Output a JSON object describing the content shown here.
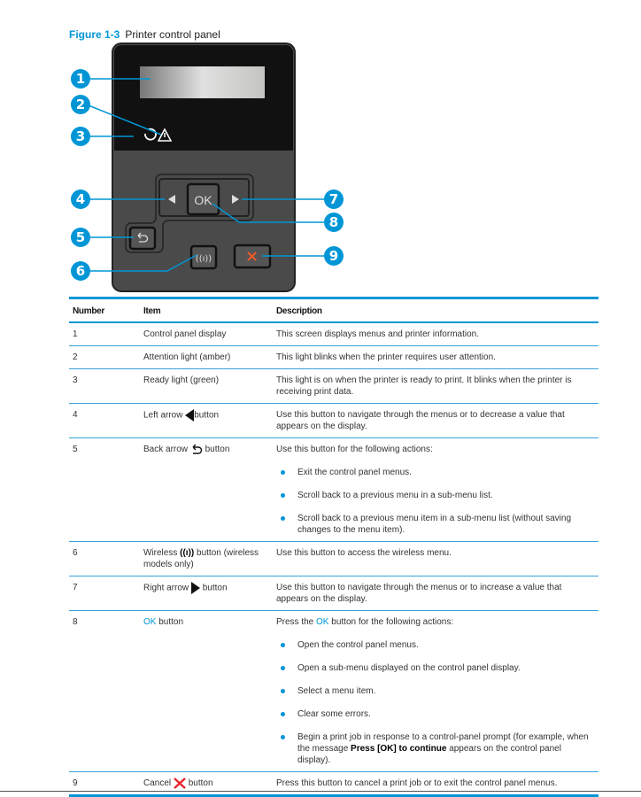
{
  "figure": {
    "number": "Figure 1-3",
    "title": "Printer control panel",
    "callouts": [
      "1",
      "2",
      "3",
      "4",
      "5",
      "6",
      "7",
      "8",
      "9"
    ],
    "ok_label": "OK",
    "accent": "#0096d6",
    "cancel_color": "#f05a28"
  },
  "table": {
    "headers": [
      "Number",
      "Item",
      "Description"
    ],
    "rows": [
      {
        "number": "1",
        "item": "Control panel display",
        "description": "This screen displays menus and printer information."
      },
      {
        "number": "2",
        "item": "Attention light (amber)",
        "description": "This light blinks when the printer requires user attention."
      },
      {
        "number": "3",
        "item": "Ready light (green)",
        "description": "This light is on when the printer is ready to print. It blinks when the printer is receiving print data."
      },
      {
        "number": "4",
        "item_pre": "Left arrow",
        "item_post": "button",
        "icon": "left-arrow-icon",
        "description": "Use this button to navigate through the menus or to decrease a value that appears on the display."
      },
      {
        "number": "5",
        "item_pre": "Back arrow",
        "item_post": "button",
        "icon": "back-arrow-icon",
        "description": "Use this button for the following actions:",
        "bullets": [
          "Exit the control panel menus.",
          "Scroll back to a previous menu in a sub-menu list.",
          "Scroll back to a previous menu item in a sub-menu list (without saving changes to the menu item)."
        ]
      },
      {
        "number": "6",
        "item_pre": "Wireless",
        "item_post": "button (wireless models only)",
        "icon": "wireless-icon",
        "description": "Use this button to access the wireless menu."
      },
      {
        "number": "7",
        "item_pre": "Right arrow",
        "item_post": "button",
        "icon": "right-arrow-icon",
        "description": "Use this button to navigate through the menus or to increase a value that appears on the display."
      },
      {
        "number": "8",
        "item_ok": "OK",
        "item_post": "button",
        "description_pre": "Press the",
        "description_ok": "OK",
        "description_post": "button for the following actions:",
        "bullets": [
          "Open the control panel menus.",
          "Open a sub-menu displayed on the control panel display.",
          "Select a menu item.",
          "Clear some errors."
        ],
        "last_bullet_pre": "Begin a print job in response to a control-panel prompt (for example, when the message",
        "last_bullet_bold": "Press [OK] to continue",
        "last_bullet_post": "appears on the control panel display)."
      },
      {
        "number": "9",
        "item_pre": "Cancel",
        "item_post": "button",
        "icon": "cancel-x-icon",
        "description": "Press this button to cancel a print job or to exit the control panel menus."
      }
    ]
  }
}
